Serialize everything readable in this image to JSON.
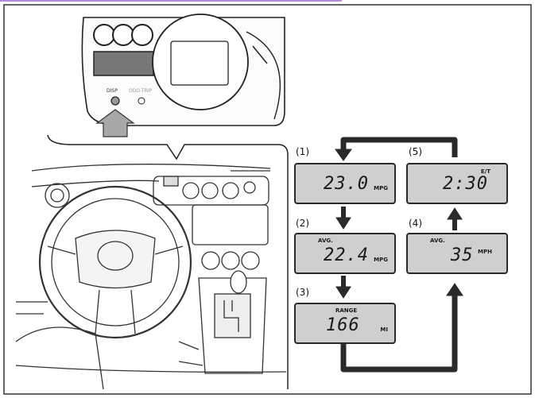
{
  "cluster": {
    "disp_label": "DISP",
    "trip_label": "ODO-TRIP"
  },
  "steps": [
    {
      "label": "(1)",
      "tag": "",
      "value": "23.0",
      "unit": "MPG"
    },
    {
      "label": "(2)",
      "tag": "AVG.",
      "value": "22.4",
      "unit": "MPG"
    },
    {
      "label": "(3)",
      "tag": "RANGE",
      "value": "166",
      "unit": "MI"
    },
    {
      "label": "(4)",
      "tag": "AVG.",
      "value": "35",
      "unit": "MPH"
    },
    {
      "label": "(5)",
      "tag": "E/T",
      "value": "2:30",
      "unit": ""
    }
  ],
  "colors": {
    "lcd_fill": "#cfcfcf",
    "arrow": "#2a2a2a",
    "accent_rule": "#b48ad8"
  }
}
